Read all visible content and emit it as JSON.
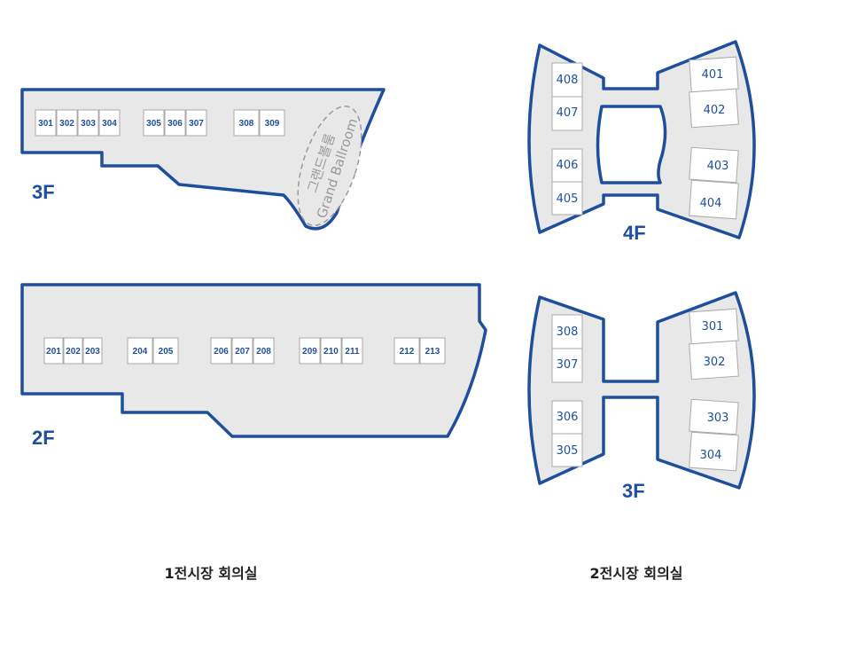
{
  "hall1": {
    "caption": "1전시장 회의실",
    "floor3": {
      "label": "3F",
      "rooms": [
        "301",
        "302",
        "303",
        "304",
        "305",
        "306",
        "307",
        "308",
        "309"
      ],
      "ballroom_ko": "그랜드볼룸",
      "ballroom_en": "Grand Ballroom"
    },
    "floor2": {
      "label": "2F",
      "rooms": [
        "201",
        "202",
        "203",
        "204",
        "205",
        "206",
        "207",
        "208",
        "209",
        "210",
        "211",
        "212",
        "213"
      ]
    }
  },
  "hall2": {
    "caption": "2전시장 회의실",
    "floor4": {
      "label": "4F",
      "rooms": [
        "408",
        "407",
        "406",
        "405",
        "401",
        "402",
        "403",
        "404"
      ]
    },
    "floor3": {
      "label": "3F",
      "rooms": [
        "308",
        "307",
        "306",
        "305",
        "301",
        "302",
        "303",
        "304"
      ]
    }
  },
  "colors": {
    "accent": "#1e4f9c",
    "fill": "#e8e8e8",
    "room": "#ffffff"
  }
}
